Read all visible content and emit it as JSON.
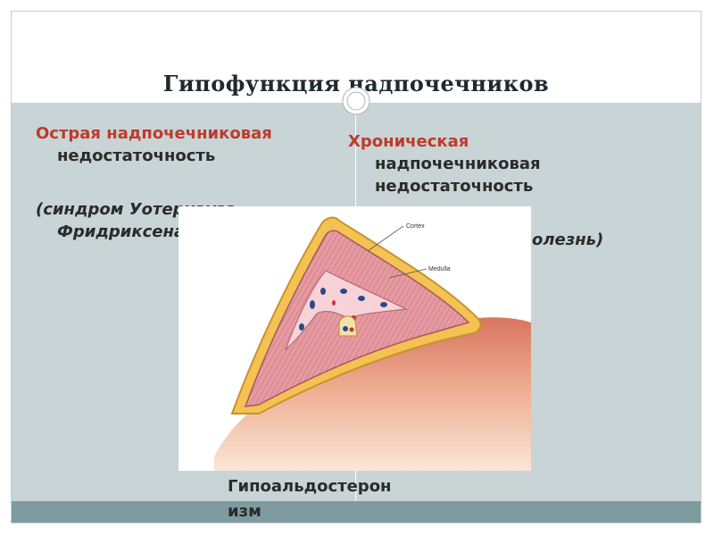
{
  "slide": {
    "title": "Гипофункция надпочечников",
    "left": {
      "heading_line1": "Острая надпочечниковая",
      "heading_line2": "недостаточность",
      "syndrome_line1": "(синдром Уотерхауза-",
      "syndrome_line2": "Фридриксена)"
    },
    "right": {
      "heading_line1": "Хроническая",
      "heading_line2": "надпочечниковая",
      "heading_line3": "недостаточность",
      "disease_fragment": "олезнь)"
    },
    "bottom_label_line1": "Гипоальдостерон",
    "bottom_label_line2": "изм",
    "figure": {
      "label_cortex": "Cortex",
      "label_medulla": "Medulla"
    }
  },
  "colors": {
    "title_text": "#1f2a30",
    "accent_text": "#c0392b",
    "content_bg": "#c8d4d6",
    "bottom_bar": "#7e9ba0"
  }
}
